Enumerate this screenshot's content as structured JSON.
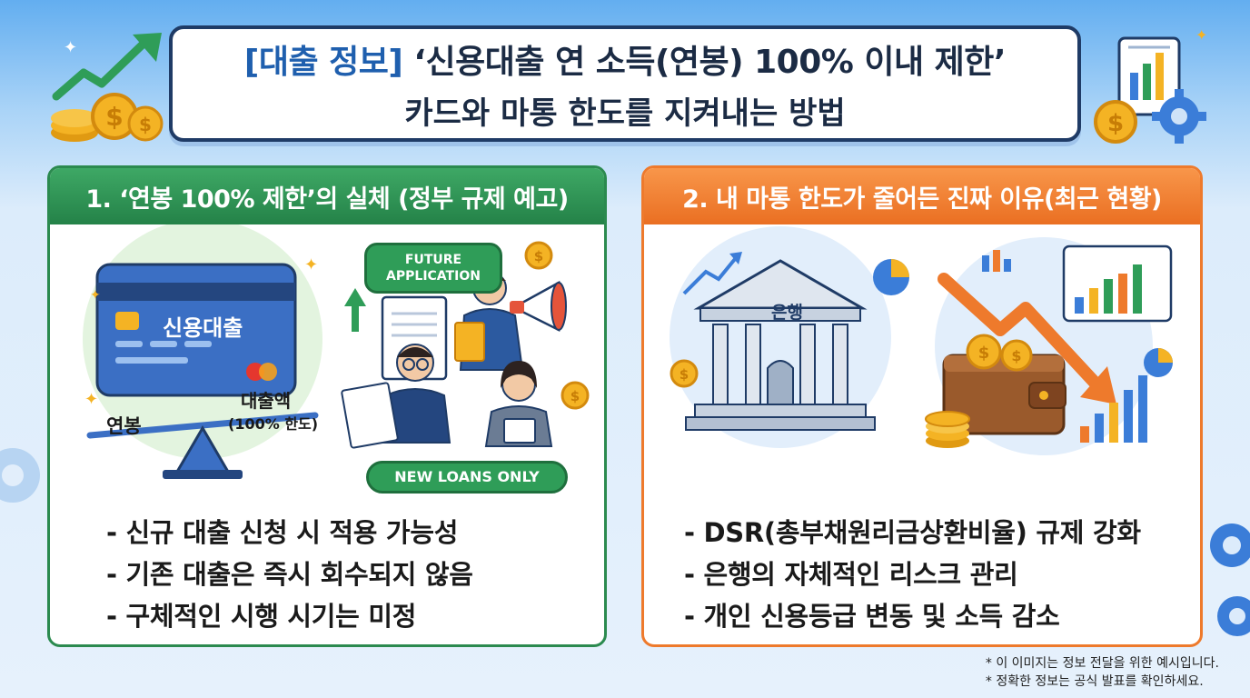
{
  "header": {
    "title_tag": "[대출 정보]",
    "title_rest": "‘신용대출 연 소득(연봉) 100% 이내 제한’",
    "subtitle": "카드와 마통 한도를 지켜내는 방법"
  },
  "left_panel": {
    "heading": "1. ‘연봉 100% 제한’의 실체 (정부 규제 예고)",
    "card_label": "신용대출",
    "scale_left_label": "연봉",
    "scale_right_label": "대출액",
    "scale_right_sub": "(100% 한도)",
    "bubble_top": "FUTURE APPLICATION",
    "bubble_bottom": "NEW LOANS ONLY",
    "bullets": [
      "- 신규 대출 신청 시 적용 가능성",
      "- 기존 대출은 즉시 회수되지 않음",
      "- 구체적인 시행 시기는 미정"
    ]
  },
  "right_panel": {
    "heading": "2. 내 마통 한도가 줄어든 진짜 이유(최근 현황)",
    "bank_label": "은행",
    "bullets": [
      "- DSR(총부채원리금상환비율) 규제 강화",
      "- 은행의 자체적인 리스크 관리",
      "- 개인 신용등급 변동 및 소득 감소"
    ]
  },
  "footnotes": [
    "* 이 이미지는 정보 전달을 위한 예시입니다.",
    "* 정확한 정보는 공식 발표를 확인하세요."
  ],
  "colors": {
    "navy": "#1f3b66",
    "green": "#2b8a4f",
    "orange": "#ee7a2c",
    "coin": "#f4b324",
    "blue_accent": "#3b7dd8"
  },
  "icons": [
    "growth-arrow-icon",
    "coin-stack-icon",
    "document-chart-icon",
    "gear-icon",
    "credit-card-icon",
    "balance-scale-icon",
    "megaphone-icon",
    "bank-building-icon",
    "wallet-icon",
    "down-trend-arrow-icon",
    "pie-chart-icon",
    "sparkle-icon"
  ]
}
